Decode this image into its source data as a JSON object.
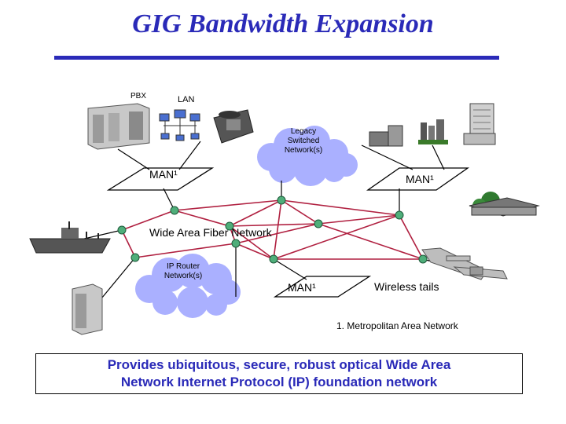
{
  "title": "GIG Bandwidth Expansion",
  "labels": {
    "pbx": "PBX",
    "lan": "LAN",
    "legacy_network": [
      "Legacy",
      "Switched",
      "Network(s)"
    ],
    "man_left": "MAN¹",
    "man_right": "MAN¹",
    "man_bottom": "MAN¹",
    "wide_area": "Wide Area Fiber Network",
    "ip_router_network": [
      "IP Router",
      "Network(s)"
    ],
    "wireless_tails": "Wireless tails"
  },
  "footnote": "1.  Metropolitan Area Network",
  "summary": [
    "Provides ubiquitous, secure, robust optical Wide Area",
    "Network Internet Protocol (IP) foundation network"
  ],
  "colors": {
    "title": "#2a2ab8",
    "fiber_link": "#b02040",
    "node": "#4fae7a",
    "cloud": "#aab0ff",
    "summary_text": "#2a2ab8"
  }
}
